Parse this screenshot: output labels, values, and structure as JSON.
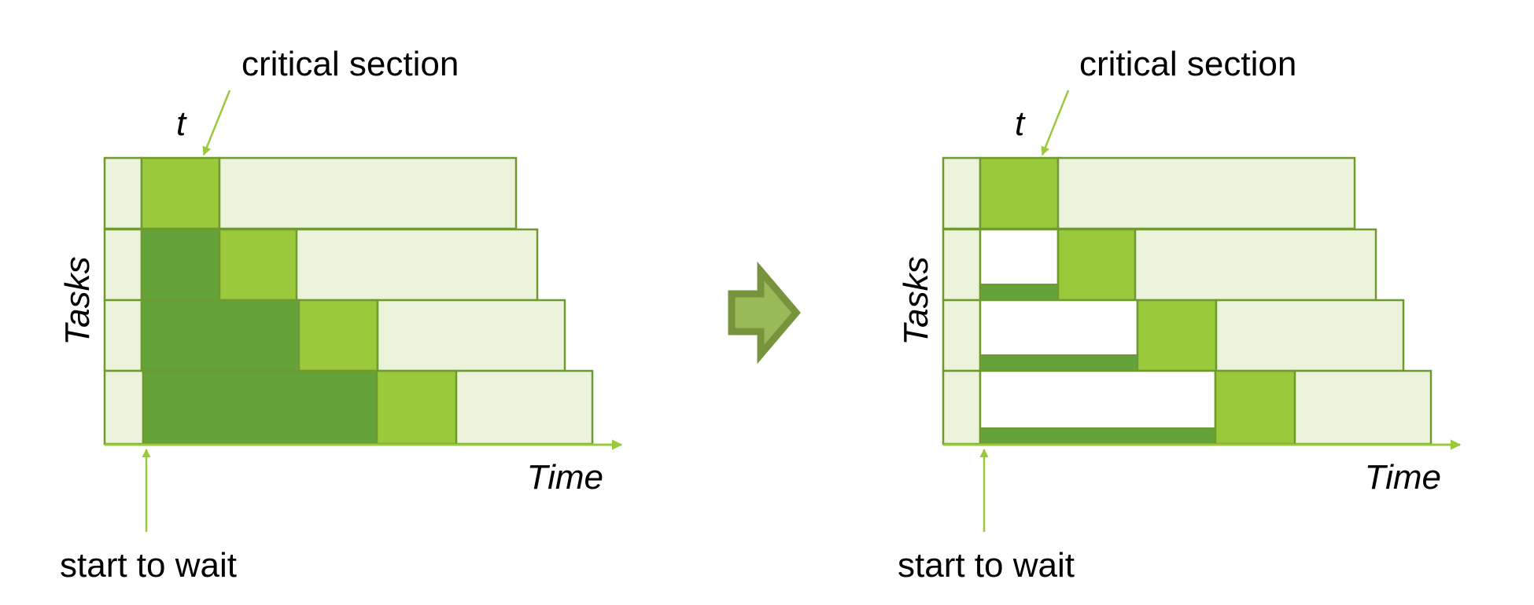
{
  "colors": {
    "outline": "#6f9a30",
    "light_fill": "#ebf3da",
    "critical_fill": "#9aca3c",
    "waiting_fill": "#63a33a",
    "pointer": "#9aca3c",
    "transition_arrow_fill": "#9aba5a",
    "transition_arrow_stroke": "#77933c"
  },
  "panels": [
    {
      "critical_section_label": "critical section",
      "t_label": "t",
      "y_axis_label": "Tasks",
      "x_axis_label": "Time",
      "start_label": "start to wait"
    },
    {
      "critical_section_label": "critical section",
      "t_label": "t",
      "y_axis_label": "Tasks",
      "x_axis_label": "Time",
      "start_label": "start to wait"
    }
  ],
  "transition_icon": "right-arrow-icon"
}
